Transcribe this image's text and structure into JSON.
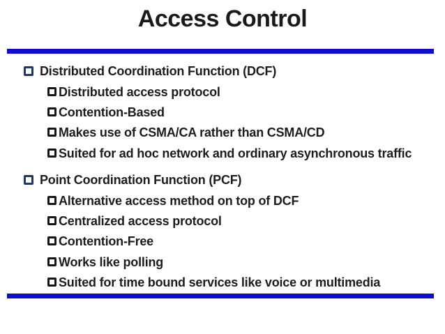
{
  "slide": {
    "title": "Access Control",
    "colors": {
      "rule_blue": "#0d0dcf",
      "level1_bullet": "#1f3864",
      "level2_bullet": "#141414",
      "text": "#1c1c1c",
      "background": "#ffffff"
    },
    "bullets": [
      {
        "level": 1,
        "text": "Distributed Coordination Function (DCF)"
      },
      {
        "level": 2,
        "text": "Distributed access protocol"
      },
      {
        "level": 2,
        "text": "Contention-Based"
      },
      {
        "level": 2,
        "text": "Makes use of CSMA/CA rather than CSMA/CD"
      },
      {
        "level": 2,
        "text": "Suited for ad hoc network and ordinary asynchronous traffic"
      },
      {
        "level": 1,
        "text": "Point Coordination Function (PCF)"
      },
      {
        "level": 2,
        "text": "Alternative access method on top of DCF"
      },
      {
        "level": 2,
        "text": "Centralized access protocol"
      },
      {
        "level": 2,
        "text": "Contention-Free"
      },
      {
        "level": 2,
        "text": "Works like polling"
      },
      {
        "level": 2,
        "text": "Suited for time bound services like voice or multimedia"
      }
    ]
  }
}
